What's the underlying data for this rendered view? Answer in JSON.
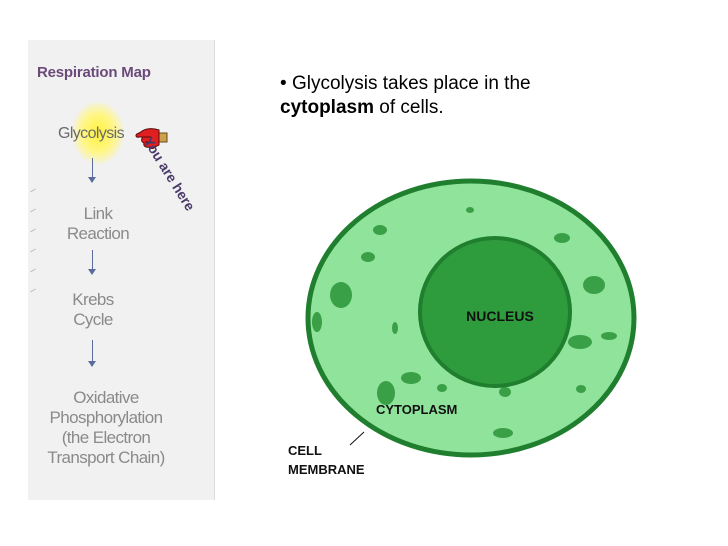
{
  "respiration_map": {
    "title": "Respiration Map",
    "pointer_label": "You are here",
    "steps": [
      {
        "line1": "Glycolysis",
        "line2": ""
      },
      {
        "line1": "Link",
        "line2": "Reaction"
      },
      {
        "line1": "Krebs",
        "line2": "Cycle"
      },
      {
        "line1": "Oxidative",
        "line2": "Phosphorylation",
        "line3": "(the Electron",
        "line4": "Transport Chain)"
      }
    ]
  },
  "bullet": {
    "marker": "•",
    "text_before": "Glycolysis takes place in the",
    "emphasis": "cytoplasm",
    "text_after": "of cells."
  },
  "cell_diagram": {
    "nucleus_label": "NUCLEUS",
    "cytoplasm_label": "CYTOPLASM",
    "membrane_label_line1": "CELL",
    "membrane_label_line2": "MEMBRANE",
    "colors": {
      "cytoplasm": "#8fe39a",
      "membrane": "#1f7f2e",
      "nucleus": "#2e9c3d",
      "organelle": "#3aa047"
    }
  }
}
